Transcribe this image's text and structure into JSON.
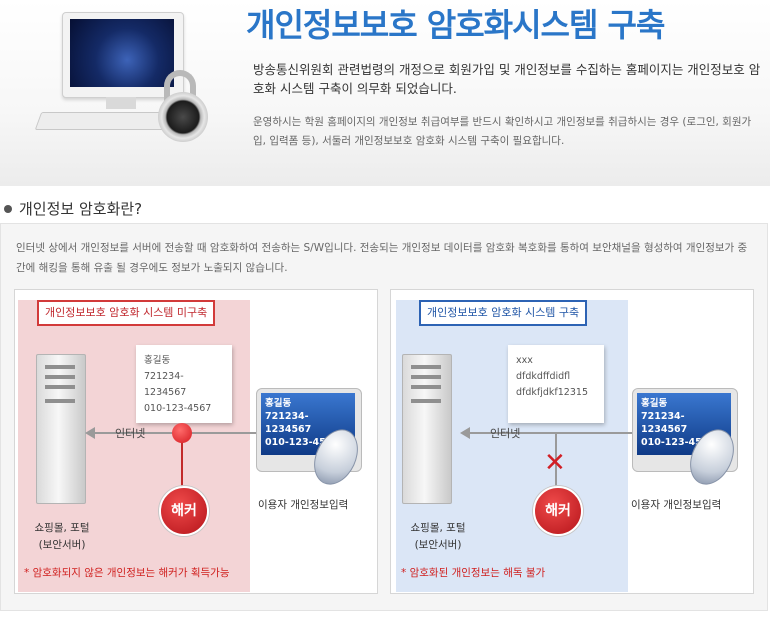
{
  "header": {
    "title": "개인정보보호 암호화시스템 구축",
    "intro_main": "방송통신위원회 관련법령의 개정으로 회원가입 및 개인정보를 수집하는 홈페이지는 개인정보호 암호화 시스템 구축이 의무화 되었습니다.",
    "intro_sub": "운영하시는 학원 홈페이지의 개인정보 취급여부를 반드시 확인하시고 개인정보를 취급하시는 경우 (로그인, 회원가입, 입력폼 등), 서둘러 개인정보보호 암호화 시스템 구축이 필요합니다."
  },
  "section": {
    "title": "개인정보 암호화란?",
    "description": "인터넷 상에서 개인정보를 서버에 전송할 때 암호화하여 전송하는 S/W입니다. 전송되는 개인정보 데이터를 암호화 복호화를 통하여 보안채널을 형성하여 개인정보가 중간에 해킹을 통해 유출 될 경우에도 정보가 노출되지 않습니다."
  },
  "left_diagram": {
    "tag": "개인정보보호 암호화 시스템 미구축",
    "note_lines": [
      "홍길동",
      "721234-1234567",
      "010-123-4567"
    ],
    "screen_lines": [
      "홍길동",
      "721234-1234567",
      "010-123-4567"
    ],
    "internet_label": "인터넷",
    "user_label": "이용자 개인정보입력",
    "server_label_1": "쇼핑몰, 포털",
    "server_label_2": "(보안서버)",
    "hacker_label": "해커",
    "warning": "* 암호화되지 않은 개인정보는 해커가 획득가능"
  },
  "right_diagram": {
    "tag": "개인정보보호 암호화 시스템 구축",
    "note_lines": [
      "xxx",
      "dfdkdffdidfl",
      "dfdkfjdkf12315"
    ],
    "screen_lines": [
      "홍길동",
      "721234-1234567",
      "010-123-4567"
    ],
    "internet_label": "인터넷",
    "user_label": "이용자 개인정보입력",
    "server_label_1": "쇼핑몰, 포털",
    "server_label_2": "(보안서버)",
    "hacker_label": "해커",
    "blocked_mark": "✕",
    "warning": "* 암호화된 개인정보는 해독 불가"
  },
  "colors": {
    "title_blue": "#2a76c8",
    "danger_red": "#d23a3a",
    "secure_blue": "#2d63b4",
    "danger_tint": "#f3d4d6",
    "secure_tint": "#dbe6f6"
  }
}
